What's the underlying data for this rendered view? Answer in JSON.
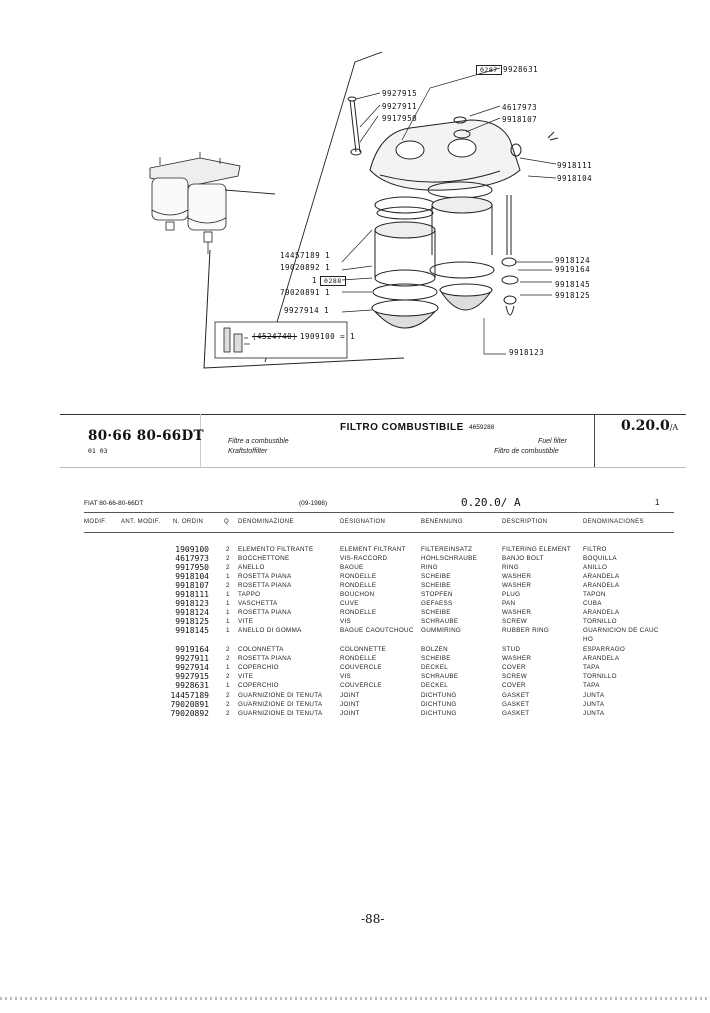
{
  "diagram": {
    "labels": {
      "p9928631": "9928631",
      "box0287": "0287",
      "p9927915": "9927915",
      "p9927911": "9927911",
      "p9917950": "9917950",
      "p4617973": "4617973",
      "p9918107": "9918107",
      "p9918111": "9918111",
      "p9918104": "9918104",
      "p14457189": "14457189  1",
      "p19020892": "19020892  1",
      "one": "1",
      "box0288": "0288",
      "p79020891": "79020891  1",
      "p9927914": "9927914  1",
      "p9918124": "9918124",
      "p9919164": "9919164",
      "p9918145": "9918145",
      "p9918125": "9918125",
      "p9918123": "9918123",
      "inset_struck": "(4524740)",
      "inset_eq": "1909100 = 1"
    }
  },
  "header": {
    "model": "80·66 80-66DT",
    "code": "01  03",
    "group_title": "FILTRO COMBUSTIBILE",
    "group_number": "4659288",
    "sub_fr": "Filtre a combustible",
    "sub_de": "Kraftstoffilter",
    "sub_en": "Fuel filter",
    "sub_es": "Filtro de combustible",
    "group_code": "0.20.0",
    "group_code_suffix": "/A"
  },
  "list": {
    "model": "FIAT 80-66-80-66DT",
    "date": "(09-1986)",
    "code": "0.20.0/ A",
    "page": "1",
    "columns": {
      "modif": "MODIF.",
      "ant_modif": "ANT. MODIF.",
      "n_ordin": "N. ORDIN",
      "q": "Q",
      "it": "DENOMINAZIONE",
      "fr": "DESIGNATION",
      "de": "BENENNUNG",
      "en": "DESCRIPTION",
      "es": "DENOMINACIONES"
    },
    "rows": [
      {
        "pn": "1909100",
        "q": "2",
        "it": "ELEMENTO FILTRANTE",
        "fr": "ELEMENT FILTRANT",
        "de": "FILTEREINSATZ",
        "en": "FILTERING ELEMENT",
        "es": "FILTRO"
      },
      {
        "pn": "4617973",
        "q": "2",
        "it": "BOCCHETTONE",
        "fr": "VIS-RACCORD",
        "de": "HOHLSCHRAUBE",
        "en": "BANJO BOLT",
        "es": "BOQUILLA"
      },
      {
        "pn": "9917950",
        "q": "2",
        "it": "ANELLO",
        "fr": "BAGUE",
        "de": "RING",
        "en": "RING",
        "es": "ANILLO"
      },
      {
        "pn": "9918104",
        "q": "1",
        "it": "ROSETTA PIANA",
        "fr": "RONDELLE",
        "de": "SCHEIBE",
        "en": "WASHER",
        "es": "ARANDELA"
      },
      {
        "pn": "9918107",
        "q": "2",
        "it": "ROSETTA PIANA",
        "fr": "RONDELLE",
        "de": "SCHEIBE",
        "en": "WASHER",
        "es": "ARANDELA"
      },
      {
        "pn": "9918111",
        "q": "1",
        "it": "TAPPO",
        "fr": "BOUCHON",
        "de": "STOPFEN",
        "en": "PLUG",
        "es": "TAPON"
      },
      {
        "pn": "9918123",
        "q": "1",
        "it": "VASCHETTA",
        "fr": "CUVE",
        "de": "GEFAESS",
        "en": "PAN",
        "es": "CUBA"
      },
      {
        "pn": "9918124",
        "q": "1",
        "it": "ROSETTA PIANA",
        "fr": "RONDELLE",
        "de": "SCHEIBE",
        "en": "WASHER",
        "es": "ARANDELA"
      },
      {
        "pn": "9918125",
        "q": "1",
        "it": "VITE",
        "fr": "VIS",
        "de": "SCHRAUBE",
        "en": "SCREW",
        "es": "TORNILLO"
      },
      {
        "pn": "9918145",
        "q": "1",
        "it": "ANELLO DI GOMMA",
        "fr": "BAGUE CAOUTCHOUC",
        "de": "GUMMIRING",
        "en": "RUBBER RING",
        "es": "GUARNICION DE CAUC"
      },
      {
        "pn": "",
        "q": "",
        "it": "",
        "fr": "",
        "de": "",
        "en": "",
        "es": "HO"
      },
      {
        "pn": "9919164",
        "q": "2",
        "it": "COLONNETTA",
        "fr": "COLONNETTE",
        "de": "BOLZEN",
        "en": "STUD",
        "es": "ESPARRAGO"
      },
      {
        "pn": "9927911",
        "q": "2",
        "it": "ROSETTA PIANA",
        "fr": "RONDELLE",
        "de": "SCHEIBE",
        "en": "WASHER",
        "es": "ARANDELA"
      },
      {
        "pn": "9927914",
        "q": "1",
        "it": "COPERCHIO",
        "fr": "COUVERCLE",
        "de": "DECKEL",
        "en": "COVER",
        "es": "TAPA"
      },
      {
        "pn": "9927915",
        "q": "2",
        "it": "VITE",
        "fr": "VIS",
        "de": "SCHRAUBE",
        "en": "SCREW",
        "es": "TORNILLO"
      },
      {
        "pn": "9928631",
        "q": "1",
        "it": "COPERCHIO",
        "fr": "COUVERCLE",
        "de": "DECKEL",
        "en": "COVER",
        "es": "TAPA"
      },
      {
        "pn": "14457189",
        "q": "2",
        "it": "GUARNIZIONE DI TENUTA",
        "fr": "JOINT",
        "de": "DICHTUNG",
        "en": "GASKET",
        "es": "JUNTA"
      },
      {
        "pn": "79020891",
        "q": "2",
        "it": "GUARNIZIONE DI TENUTA",
        "fr": "JOINT",
        "de": "DICHTUNG",
        "en": "GASKET",
        "es": "JUNTA"
      },
      {
        "pn": "79020892",
        "q": "2",
        "it": "GUARNIZIONE DI TENUTA",
        "fr": "JOINT",
        "de": "DICHTUNG",
        "en": "GASKET",
        "es": "JUNTA"
      }
    ]
  },
  "footer": {
    "page_number": "-88-"
  }
}
